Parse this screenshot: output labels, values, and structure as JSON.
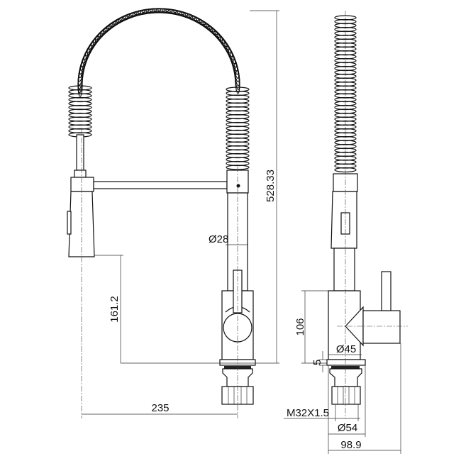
{
  "dimensions": {
    "total_height": "528.33",
    "column_diameter": "Ø28",
    "spout_height": "161.2",
    "reach": "235",
    "body_height": "106",
    "base_thickness": "5",
    "body_diameter": "Ø45",
    "thread": "M32X1.5",
    "base_diameter": "Ø54",
    "side_depth": "98.9"
  }
}
